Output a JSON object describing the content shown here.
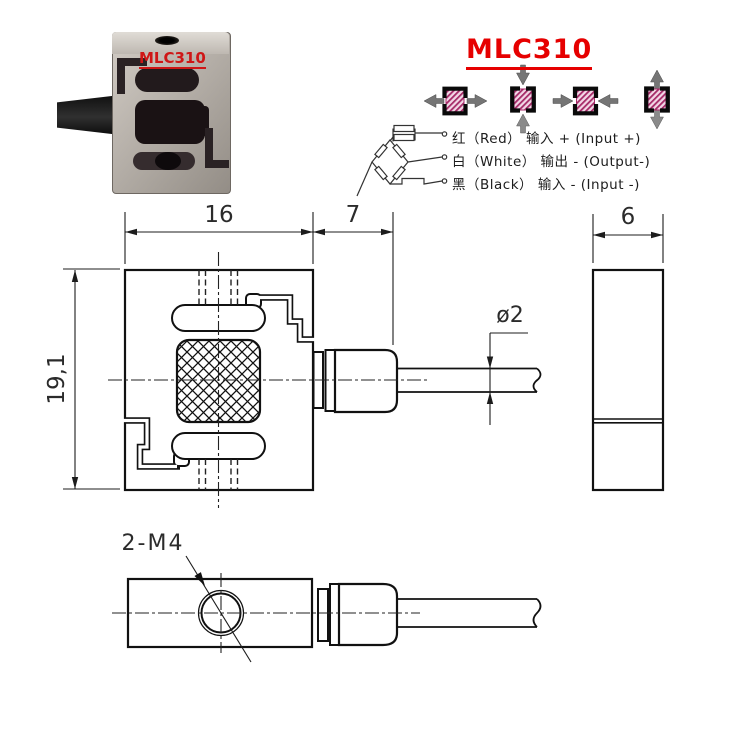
{
  "header": {
    "title": "MLC310"
  },
  "photo": {
    "label": "MLC310"
  },
  "load_icons": {
    "items": [
      "tension-horizontal",
      "compression-vertical",
      "compression-horizontal",
      "tension-vertical"
    ]
  },
  "wiring": {
    "lines": [
      "红（Red）  输入 + (Input +)",
      "白（White） 输出 - (Output-)",
      "黑（Black） 输入 - (Input -)"
    ]
  },
  "drawing": {
    "dim_width": "16",
    "dim_cable_gland": "7",
    "dim_height": "19,1",
    "dim_cable_diameter": "ø2",
    "dim_thickness": "6",
    "dim_thread": "2-M4"
  },
  "colors": {
    "accent_red": "#e60000",
    "hatch_magenta": "#a62a68",
    "arrow_gray": "#777777",
    "line_black": "#1c1c1c"
  }
}
